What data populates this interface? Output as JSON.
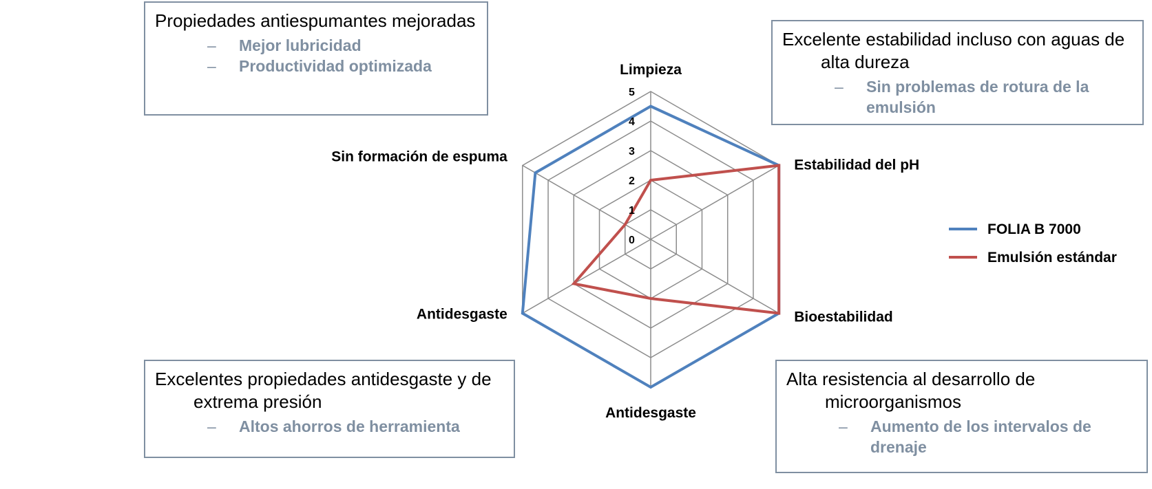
{
  "callouts": {
    "top_left": {
      "heading": "Propiedades antiespumantes mejoradas",
      "bullets": [
        "Mejor lubricidad",
        "Productividad optimizada"
      ]
    },
    "top_right": {
      "heading": "Excelente estabilidad incluso con aguas de alta dureza",
      "bullets": [
        "Sin problemas de rotura de la emulsión"
      ]
    },
    "bottom_left": {
      "heading": "Excelentes propiedades antidesgaste y de extrema presión",
      "bullets": [
        "Altos ahorros de herramienta"
      ]
    },
    "bottom_right": {
      "heading": "Alta resistencia al desarrollo de microorganismos",
      "bullets": [
        "Aumento de los intervalos de drenaje"
      ]
    },
    "bullet_dash": "–"
  },
  "chart_data": {
    "type": "radar",
    "categories": [
      "Limpieza",
      "Estabilidad del pH",
      "Bioestabilidad",
      "Antidesgaste",
      "Antidesgaste",
      "Sin formación de espuma"
    ],
    "tick_labels": [
      "0",
      "1",
      "2",
      "3",
      "4",
      "5"
    ],
    "rlim": [
      0,
      5
    ],
    "grid": true,
    "legend_position": "right",
    "series": [
      {
        "name": "FOLIA B 7000",
        "color": "#4f81bd",
        "values": [
          4.5,
          5,
          5,
          5,
          5,
          4.5
        ]
      },
      {
        "name": "Emulsión estándar",
        "color": "#c0504d",
        "values": [
          2,
          5,
          5,
          2,
          3,
          1
        ]
      }
    ]
  }
}
